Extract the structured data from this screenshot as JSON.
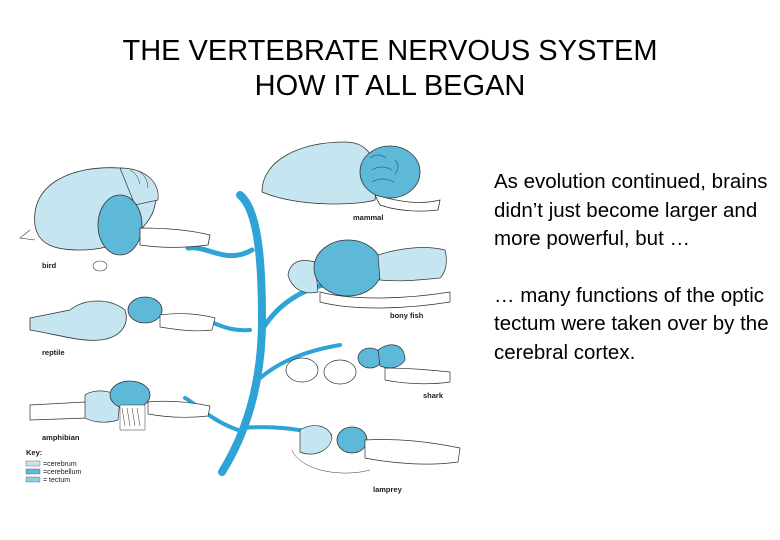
{
  "title": {
    "line1": "THE VERTEBRATE NERVOUS SYSTEM",
    "line2": "HOW IT ALL BEGAN"
  },
  "diagram": {
    "animals": {
      "mammal": "mammal",
      "bird": "bird",
      "bony_fish": "bony fish",
      "reptile": "reptile",
      "shark": "shark",
      "amphibian": "amphibian",
      "lamprey": "lamprey"
    },
    "key": {
      "title": "Key:",
      "items": [
        "=cerebrum",
        "=cerebellum",
        "= tectum"
      ]
    },
    "colors": {
      "cerebrum": "#c5e6f1",
      "cerebellum": "#5eb9d8",
      "tectum": "#8bcfe5",
      "tree": "#2ea3d6",
      "outline": "#333333"
    }
  },
  "text": {
    "paragraph1": "As evolution continued, brains didn’t just become larger and more powerful, but …",
    "paragraph2": "… many functions of the optic tectum were taken over by the cerebral cortex."
  }
}
